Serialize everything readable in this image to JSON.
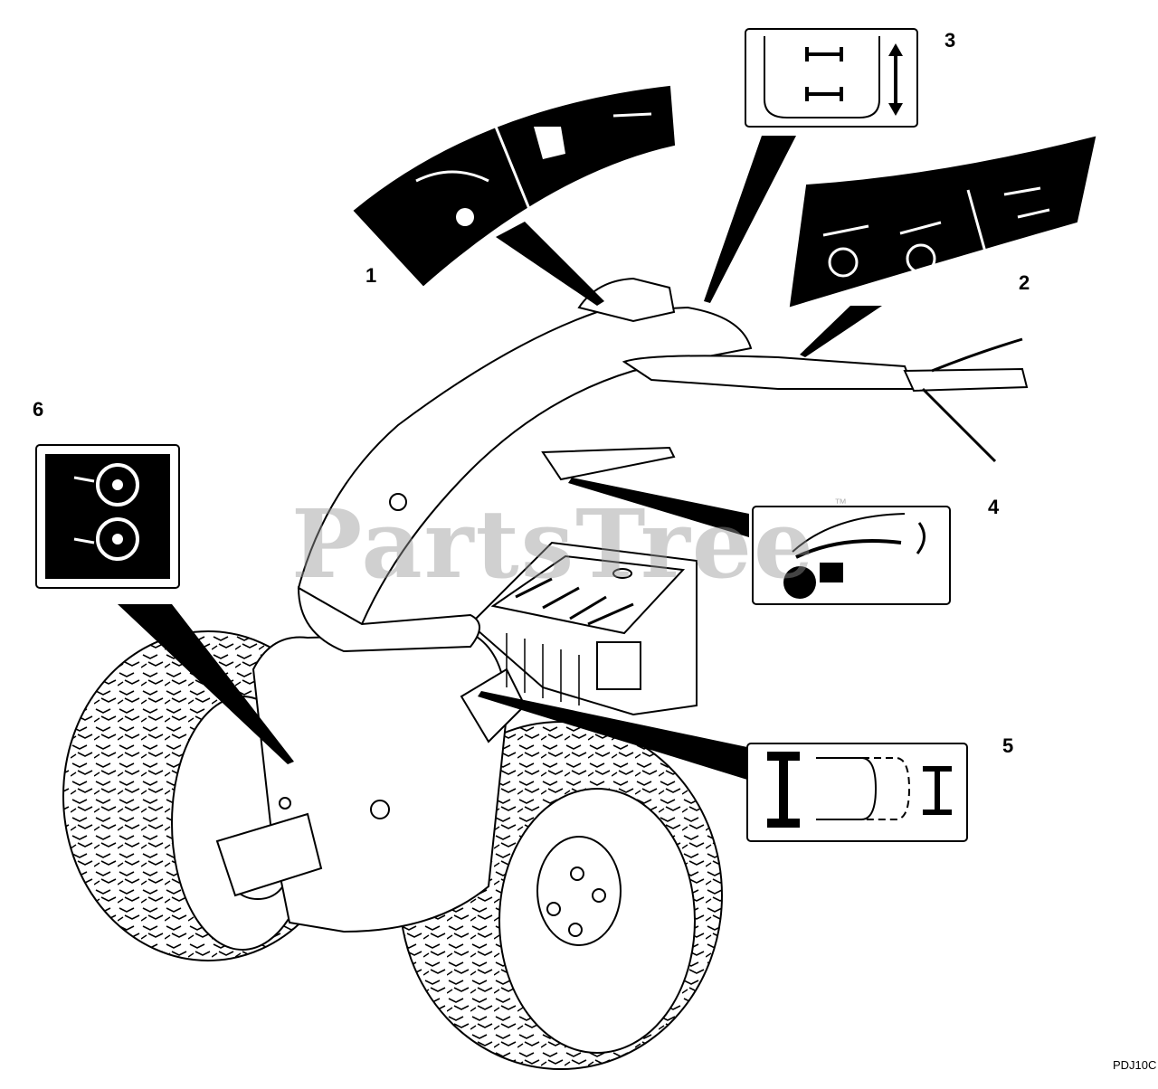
{
  "callouts": [
    "1",
    "2",
    "3",
    "4",
    "5",
    "6"
  ],
  "watermark": {
    "text": "PartsTree",
    "trademark": "™"
  },
  "diagram_code": "PDJ10C",
  "colors": {
    "line": "#000000",
    "decal_fill": "#000000",
    "paper": "#ffffff",
    "watermark": "#969696"
  }
}
